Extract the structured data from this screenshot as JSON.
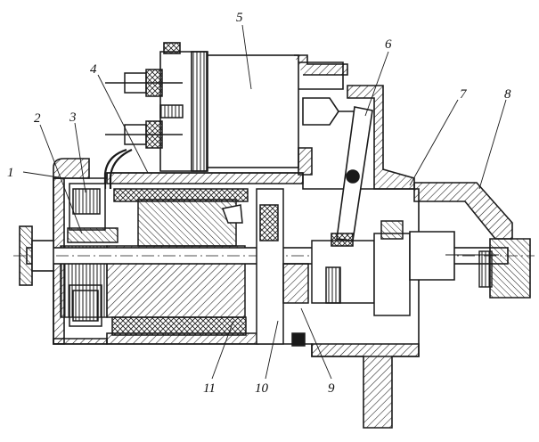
{
  "diagram": {
    "kind": "cross-section drawing",
    "stroke_color": "#1a1a1a",
    "background_color": "#ffffff",
    "callouts": [
      {
        "id": "c1",
        "label": "1"
      },
      {
        "id": "c2",
        "label": "2"
      },
      {
        "id": "c3",
        "label": "3"
      },
      {
        "id": "c4",
        "label": "4"
      },
      {
        "id": "c5",
        "label": "5"
      },
      {
        "id": "c6",
        "label": "6"
      },
      {
        "id": "c7",
        "label": "7"
      },
      {
        "id": "c8",
        "label": "8"
      },
      {
        "id": "c9",
        "label": "9"
      },
      {
        "id": "c10",
        "label": "10"
      },
      {
        "id": "c11",
        "label": "11"
      }
    ]
  }
}
